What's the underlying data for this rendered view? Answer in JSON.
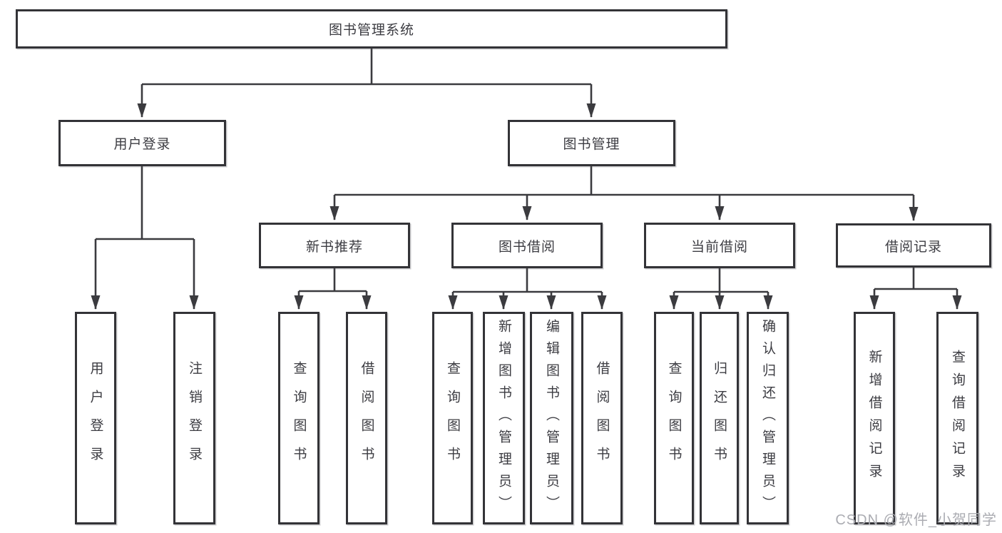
{
  "diagram": {
    "title": "图书管理系统",
    "line_color": "#3b3b3f",
    "box_border_color": "#333337",
    "text_color": "#3c3c42",
    "level2": [
      {
        "label": "用户登录"
      },
      {
        "label": "图书管理"
      }
    ],
    "level3": [
      {
        "label": "新书推荐",
        "parent": "图书管理"
      },
      {
        "label": "图书借阅",
        "parent": "图书管理"
      },
      {
        "label": "当前借阅",
        "parent": "图书管理"
      },
      {
        "label": "借阅记录",
        "parent": "图书管理"
      }
    ],
    "leaves": [
      {
        "label": "用户登录",
        "parent": "用户登录"
      },
      {
        "label": "注销登录",
        "parent": "用户登录"
      },
      {
        "label": "查询图书",
        "parent": "新书推荐"
      },
      {
        "label": "借阅图书",
        "parent": "新书推荐"
      },
      {
        "label": "查询图书",
        "parent": "图书借阅"
      },
      {
        "label": "新增图书（管理员）",
        "parent": "图书借阅"
      },
      {
        "label": "编辑图书（管理员）",
        "parent": "图书借阅"
      },
      {
        "label": "借阅图书",
        "parent": "图书借阅"
      },
      {
        "label": "查询图书",
        "parent": "当前借阅"
      },
      {
        "label": "归还图书",
        "parent": "当前借阅"
      },
      {
        "label": "确认归还（管理员）",
        "parent": "当前借阅"
      },
      {
        "label": "新增借阅记录",
        "parent": "借阅记录"
      },
      {
        "label": "查询借阅记录",
        "parent": "借阅记录"
      }
    ]
  },
  "watermark": {
    "text": "CSDN @软件_小贺同学"
  }
}
